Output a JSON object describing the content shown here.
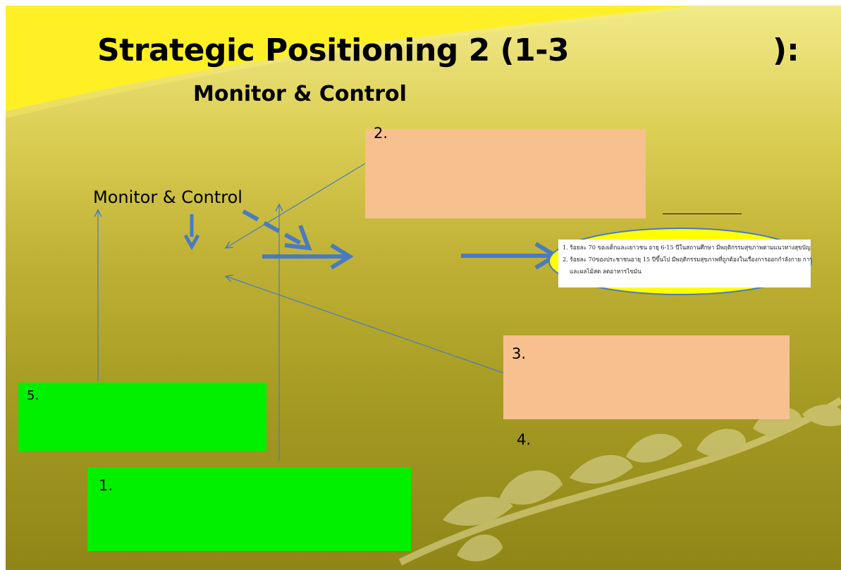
{
  "slide": {
    "title": "Strategic Positioning 2 (1-3",
    "title_close": "):",
    "subtitle": "Monitor & Control",
    "monitor_label": "Monitor & Control"
  },
  "boxes": {
    "box1": {
      "number": "1."
    },
    "box2": {
      "number": "2."
    },
    "box3": {
      "number": "3."
    },
    "box4": {
      "number": "4."
    },
    "box5": {
      "number": "5."
    }
  },
  "goals": {
    "line1": "1. ร้อยละ 70 ของเด็กและเยาวชน อายุ 6-15 ปีในสถานศึกษา มีพฤติกรรมสุขภาพตามแนวทางสุขบัญญัติแห่งชาติ",
    "line2": "2. ร้อยละ 70ของประชาชนอายุ 15 ปีขึ้นไป มีพฤติกรรมสุขภาพที่ถูกต้องในเรื่องการออกกำลังกาย การกินผัก",
    "line3": "และผลไม้สด ลดอาหารไขมัน"
  },
  "colors": {
    "peach_box": "#f7c08f",
    "green_box": "#00f000",
    "arrow_blue": "#4a7bbf",
    "ellipse_yellow": "#ffff00"
  }
}
